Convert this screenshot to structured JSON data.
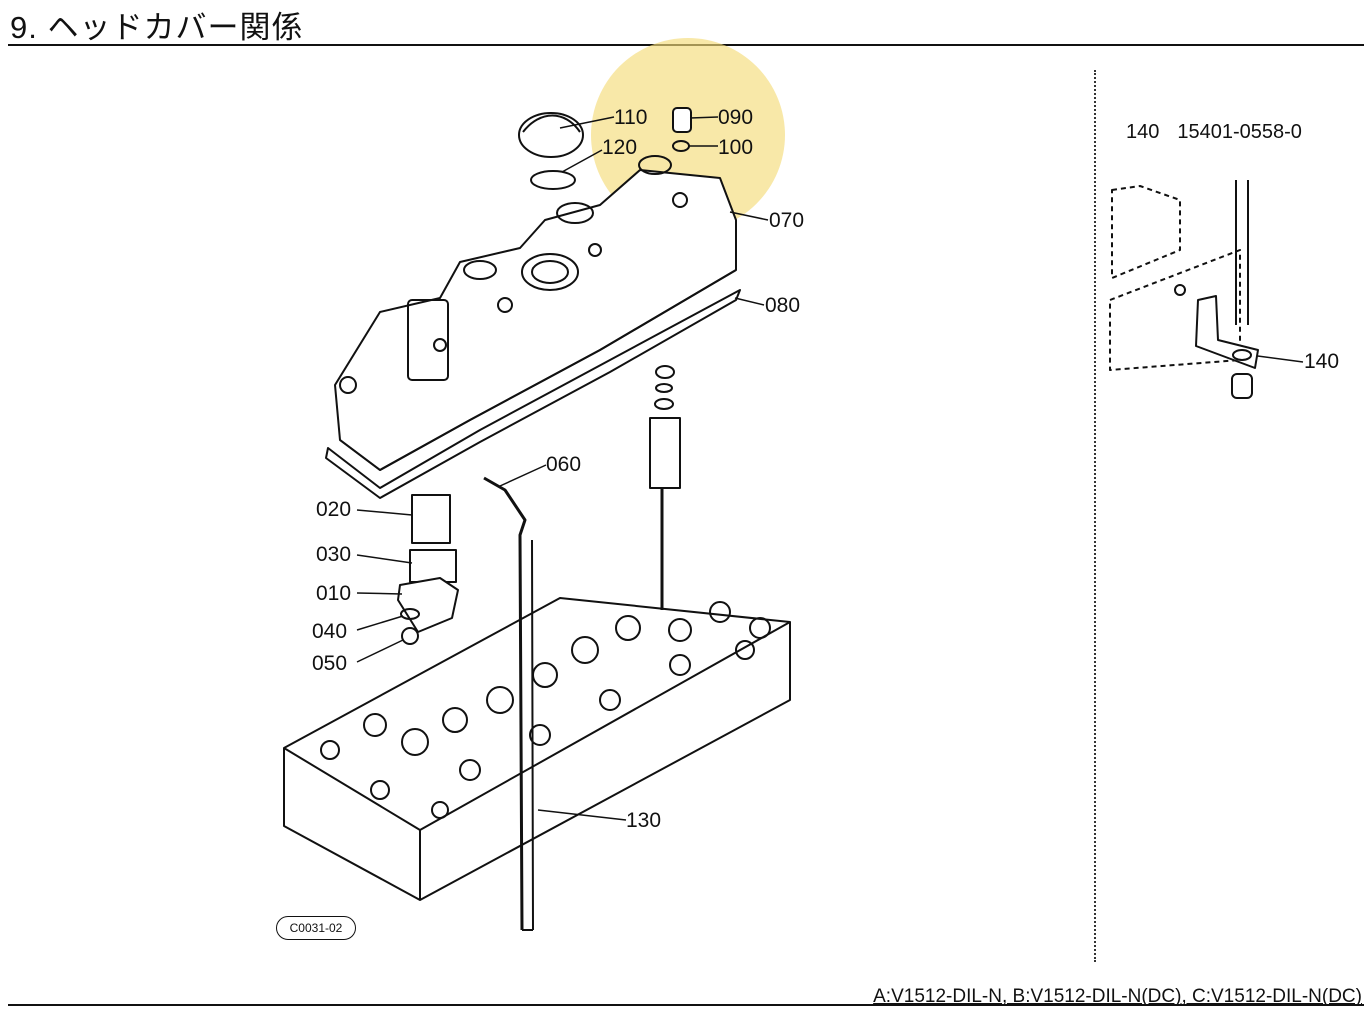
{
  "header": {
    "title": "9. ヘッドカバー関係"
  },
  "footer": {
    "models": "A:V1512-DIL-N, B:V1512-DIL-N(DC), C:V1512-DIL-N(DC)"
  },
  "inset": {
    "part_no": "140",
    "part_code": "15401-0558-0",
    "callout": "140"
  },
  "callouts": {
    "c110": "110",
    "c090": "090",
    "c120": "120",
    "c100": "100",
    "c070": "070",
    "c080": "080",
    "c060": "060",
    "c020": "020",
    "c030": "030",
    "c010": "010",
    "c040": "040",
    "c050": "050",
    "c130": "130"
  },
  "diagram_code": "C0031-02",
  "colors": {
    "watermark": "#f5dc7a",
    "line": "#111111"
  }
}
